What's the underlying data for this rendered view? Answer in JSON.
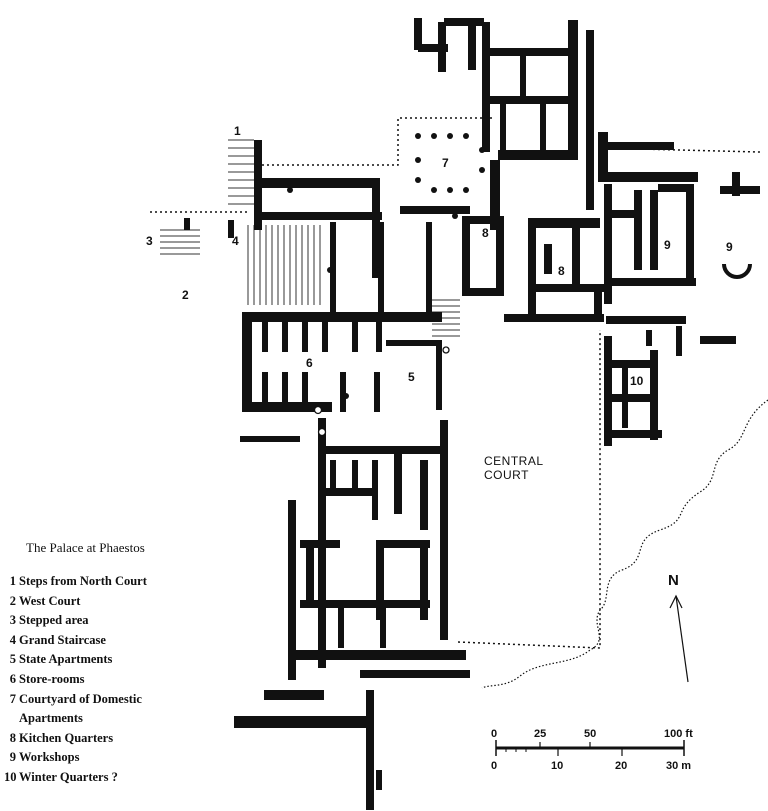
{
  "title": "The Palace at Phaestos",
  "legend": [
    {
      "num": "1",
      "label": "Steps from North Court"
    },
    {
      "num": "2",
      "label": "West Court"
    },
    {
      "num": "3",
      "label": "Stepped area"
    },
    {
      "num": "4",
      "label": "Grand Staircase"
    },
    {
      "num": "5",
      "label": "State Apartments"
    },
    {
      "num": "6",
      "label": "Store-rooms"
    },
    {
      "num": "7",
      "label": "Courtyard of Domestic"
    },
    {
      "num": "",
      "label": "Apartments"
    },
    {
      "num": "8",
      "label": "Kitchen Quarters"
    },
    {
      "num": "9",
      "label": "Workshops"
    },
    {
      "num": "10",
      "label": "Winter Quarters ?"
    }
  ],
  "map_labels": {
    "n1": "1",
    "n2": "2",
    "n3": "3",
    "n4": "4",
    "n5": "5",
    "n6": "6",
    "n7": "7",
    "n8a": "8",
    "n8b": "8",
    "n9a": "9",
    "n9b": "9",
    "n10": "10"
  },
  "central_court": {
    "line1": "CENTRAL",
    "line2": "COURT"
  },
  "north_arrow": "N",
  "scale": {
    "feet": {
      "ticks": [
        "0",
        "25",
        "50",
        "100 ft"
      ]
    },
    "meters": {
      "ticks": [
        "0",
        "10",
        "20",
        "30 m"
      ]
    }
  }
}
